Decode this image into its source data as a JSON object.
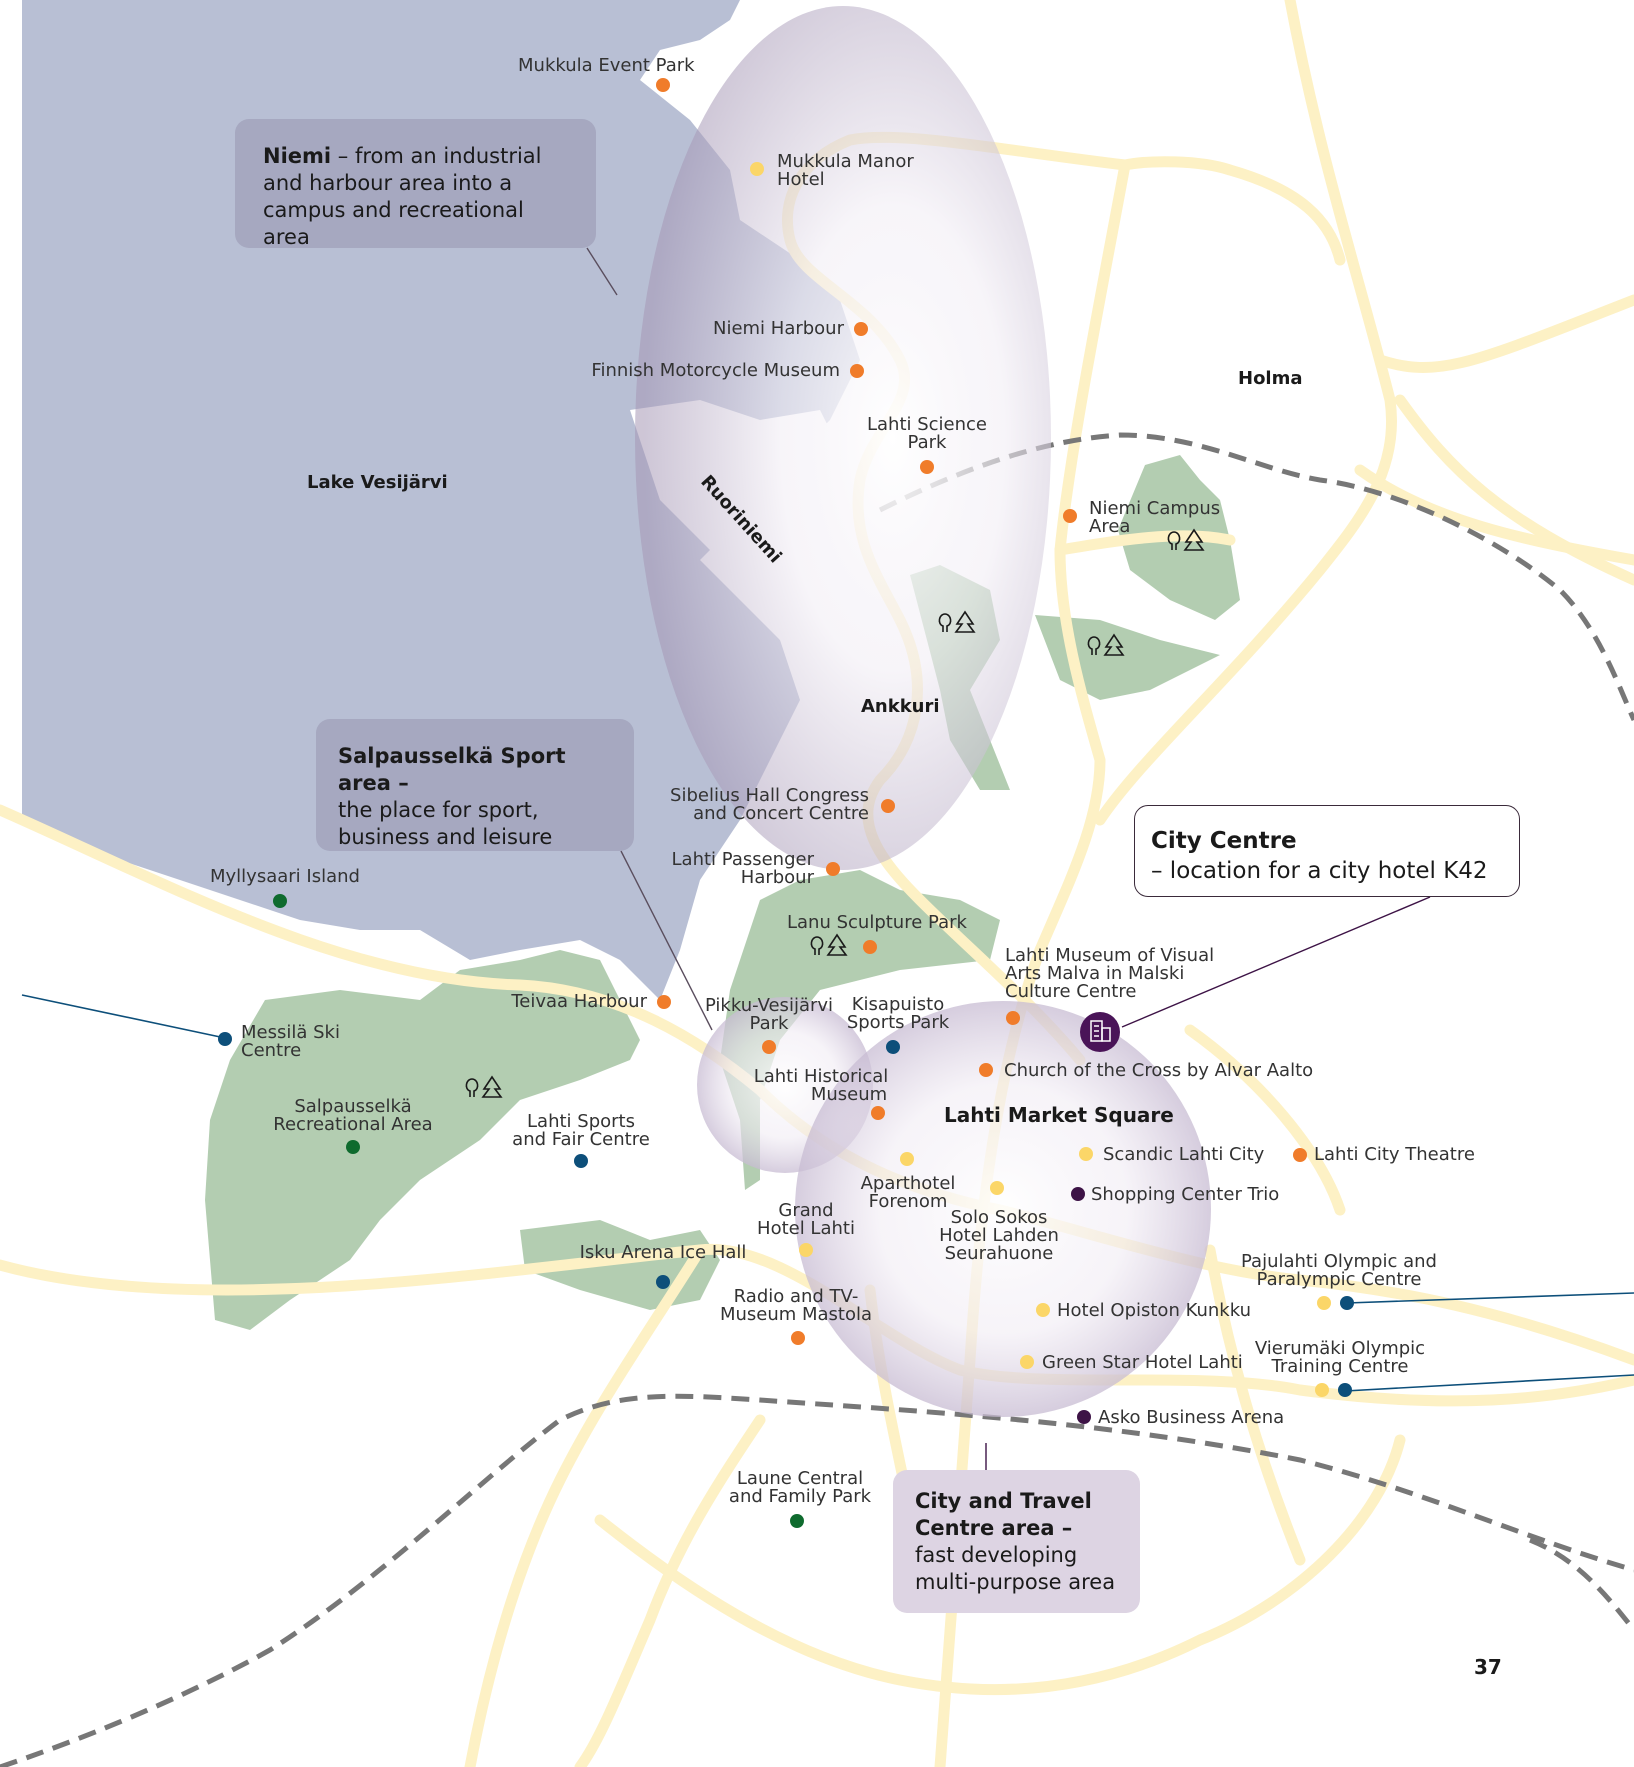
{
  "colors": {
    "lake": "#b8bfd4",
    "park": "#b3cdb1",
    "road": "#fdf1c5",
    "rail": "#777777",
    "attraction": "#f07c2a",
    "hotel": "#fbd668",
    "sport": "#0d4f7a",
    "nature": "#0f6b2e",
    "business": "#3d1346"
  },
  "districts": {
    "lake": "Lake Vesijärvi",
    "holma": "Holma",
    "ruoriniemi": "Ruoriniemi",
    "ankkuri": "Ankkuri",
    "market_square": "Lahti Market Square"
  },
  "callouts": {
    "niemi": {
      "title": "Niemi",
      "text": " – from an industrial and harbour area into a campus and recreational area"
    },
    "salpausselka": {
      "title": "Salpausselkä Sport area –",
      "text": "the place for sport, business and leisure"
    },
    "city": {
      "title": "City Centre",
      "text": "– location for a city hotel K42"
    },
    "travel": {
      "title": "City and Travel Centre area –",
      "text": "fast developing multi-purpose area"
    }
  },
  "places": {
    "mukkula_event_park": "Mukkula Event Park",
    "mukkula_manor_1": "Mukkula Manor",
    "mukkula_manor_2": "Hotel",
    "niemi_harbour": "Niemi Harbour",
    "motorcycle_museum": "Finnish Motorcycle Museum",
    "science_park_1": "Lahti Science",
    "science_park_2": "Park",
    "niemi_campus_1": "Niemi Campus",
    "niemi_campus_2": "Area",
    "sibelius_1": "Sibelius Hall Congress",
    "sibelius_2": "and Concert Centre",
    "passenger_1": "Lahti Passenger",
    "passenger_2": "Harbour",
    "myllysaari": "Myllysaari Island",
    "lanu": "Lanu Sculpture Park",
    "malva_1": "Lahti Museum of Visual",
    "malva_2": "Arts Malva in Malski",
    "malva_3": "Culture Centre",
    "teivaa": "Teivaa Harbour",
    "pikku_1": "Pikku-Vesijärvi",
    "pikku_2": "Park",
    "kisapuisto_1": "Kisapuisto",
    "kisapuisto_2": "Sports Park",
    "messila_1": "Messilä Ski",
    "messila_2": "Centre",
    "church": "Church of the Cross by Alvar Aalto",
    "historical_1": "Lahti Historical",
    "historical_2": "Museum",
    "salp_rec_1": "Salpausselkä",
    "salp_rec_2": "Recreational Area",
    "sports_fair_1": "Lahti Sports",
    "sports_fair_2": "and Fair Centre",
    "scandic": "Scandic Lahti City",
    "theatre": "Lahti City Theatre",
    "aparthotel_1": "Aparthotel",
    "aparthotel_2": "Forenom",
    "trio": "Shopping Center Trio",
    "grand_1": "Grand",
    "grand_2": "Hotel Lahti",
    "solo_1": "Solo Sokos",
    "solo_2": "Hotel Lahden",
    "solo_3": "Seurahuone",
    "isku": "Isku Arena Ice Hall",
    "pajulahti_1": "Pajulahti Olympic and",
    "pajulahti_2": "Paralympic Centre",
    "radio_1": "Radio and TV-",
    "radio_2": "Museum Mastola",
    "opisto": "Hotel Opiston Kunkku",
    "vierumaki_1": "Vierumäki Olympic",
    "vierumaki_2": "Training Centre",
    "green_star": "Green Star Hotel Lahti",
    "asko": "Asko Business Arena",
    "laune_1": "Laune Central",
    "laune_2": "and Family Park"
  },
  "icons": {
    "tree": "tree-icon",
    "hotel": "hotel-building-icon"
  },
  "page_number": "37"
}
